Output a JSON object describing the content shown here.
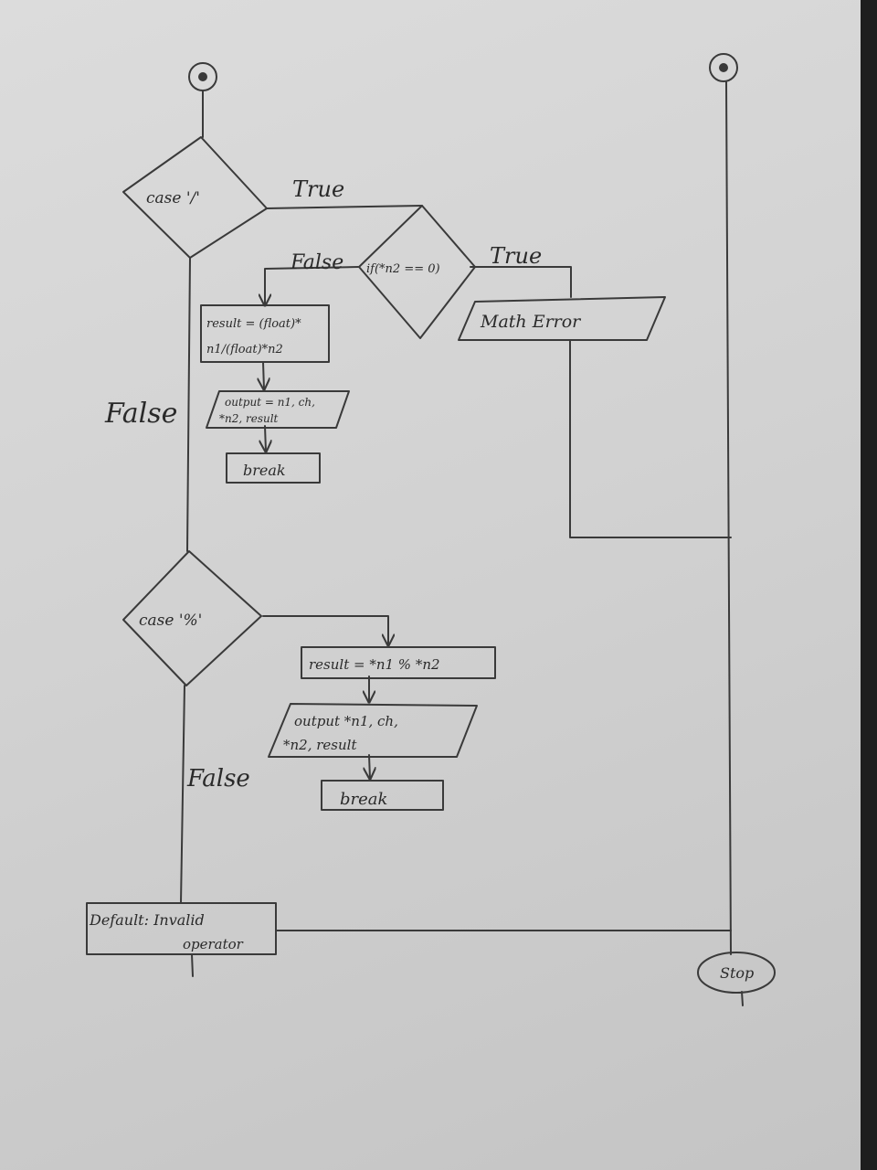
{
  "nodes": {
    "case_div": "case '/'",
    "if_zero": "if(*n2 == 0)",
    "math_error": "Math Error",
    "result_div_1": "result = (float)*",
    "result_div_2": "n1/(float)*n2",
    "output_div_1": "output = n1, ch,",
    "output_div_2": "*n2, result",
    "break_1": "break",
    "case_mod": "case '%'",
    "result_mod": "result = *n1 % *n2",
    "output_mod_1": "output *n1, ch,",
    "output_mod_2": "*n2, result",
    "break_2": "break",
    "default_1": "Default: Invalid",
    "default_2": "operator",
    "stop": "Stop"
  },
  "labels": {
    "true_case_div": "True",
    "false_if_zero": "False",
    "true_if_zero": "True",
    "false_case_div": "False",
    "false_case_mod": "False"
  }
}
